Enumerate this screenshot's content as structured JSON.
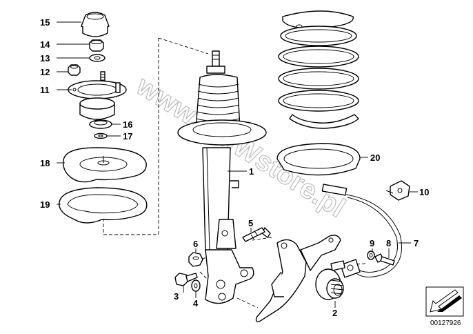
{
  "watermark": "www.BMWstore.pl",
  "reference_number": "00127926",
  "callouts": {
    "c1": "1",
    "c2": "2",
    "c3": "3",
    "c4": "4",
    "c5": "5",
    "c6": "6",
    "c7": "7",
    "c8": "8",
    "c9": "9",
    "c10": "10",
    "c11": "11",
    "c12": "12",
    "c13": "13",
    "c14": "14",
    "c15": "15",
    "c16": "16",
    "c17": "17",
    "c18": "18",
    "c19": "19",
    "c20": "20"
  },
  "icons": {
    "corner": "arrow-down-left-icon"
  }
}
